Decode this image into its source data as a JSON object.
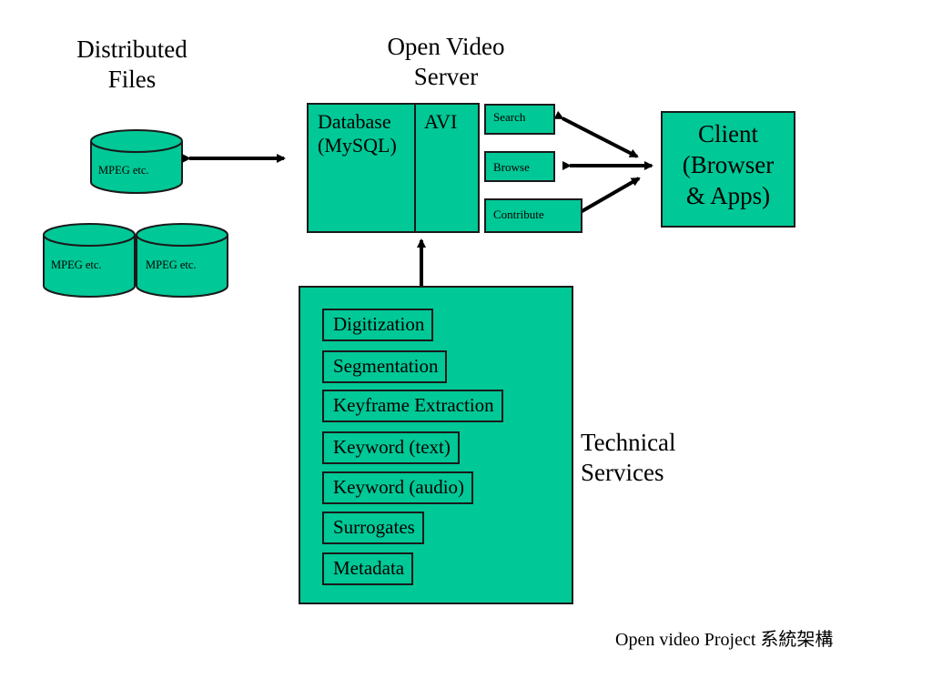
{
  "headings": {
    "distributed_files": "Distributed\nFiles",
    "open_video_server": "Open Video\nServer"
  },
  "storage": {
    "cylinder_label": "MPEG etc."
  },
  "server": {
    "database": "Database\n(MySQL)",
    "avi": "AVI",
    "search": "Search",
    "browse": "Browse",
    "contribute": "Contribute"
  },
  "client": {
    "label": "Client\n(Browser\n& Apps)"
  },
  "technical_services": {
    "label": "Technical\nServices",
    "items": [
      "Digitization",
      "Segmentation",
      "Keyframe Extraction",
      "Keyword (text)",
      "Keyword (audio)",
      "Surrogates",
      "Metadata"
    ]
  },
  "caption": "Open video Project 系統架構",
  "colors": {
    "box_fill": "#00c896",
    "outline": "#1a1a1a",
    "arrow": "#000000"
  }
}
